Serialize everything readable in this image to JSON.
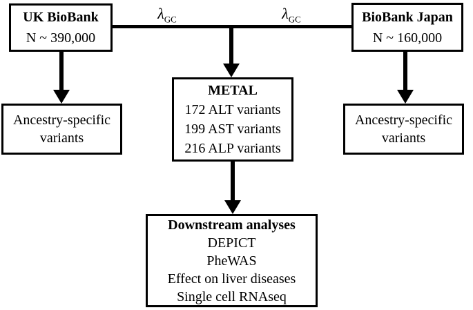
{
  "colors": {
    "line": "#000000",
    "border": "#000000",
    "background": "#ffffff",
    "text": "#000000"
  },
  "lambda": {
    "symbol": "λ",
    "subscript": "GC"
  },
  "uk_biobank": {
    "title": "UK BioBank",
    "subtitle": "N ~ 390,000"
  },
  "biobank_japan": {
    "title": "BioBank Japan",
    "subtitle": "N ~ 160,000"
  },
  "metal": {
    "title": "METAL",
    "lines": [
      "172 ALT variants",
      "199 AST variants",
      "216 ALP variants"
    ]
  },
  "ancestry_left": {
    "line1": "Ancestry-specific",
    "line2": "variants"
  },
  "ancestry_right": {
    "line1": "Ancestry-specific",
    "line2": "variants"
  },
  "downstream": {
    "title": "Downstream analyses",
    "lines": [
      "DEPICT",
      "PheWAS",
      "Effect on liver diseases",
      "Single cell RNAseq"
    ]
  }
}
